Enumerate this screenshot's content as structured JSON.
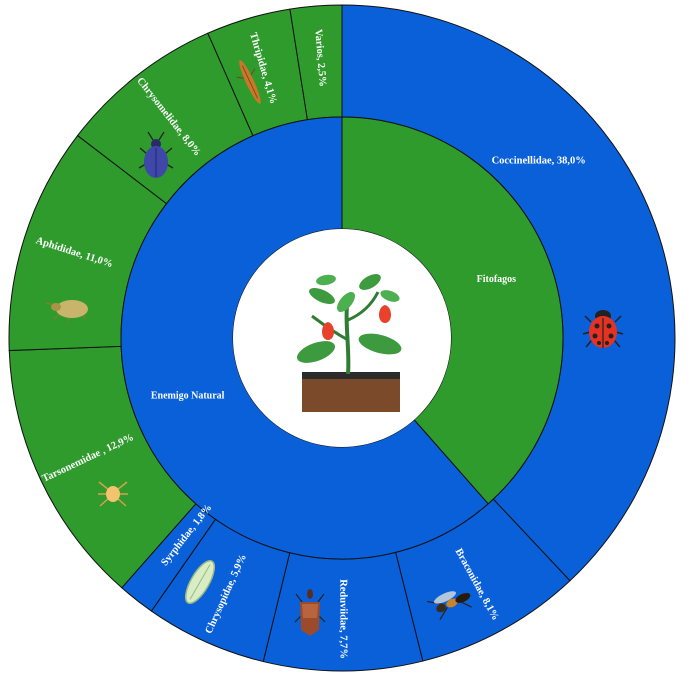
{
  "chart_data": {
    "type": "sunburst",
    "inner_ring": [
      {
        "label": "Fitofagos",
        "value": 38.5,
        "color": "#2e9b2c"
      },
      {
        "label": "Enemigo Natural",
        "value": 61.5,
        "color": "#0a60d8"
      }
    ],
    "outer_ring": [
      {
        "label": "Coccinellidae, 38,0%",
        "value": 38.0,
        "group": "Enemigo Natural",
        "color": "#0a60d8",
        "icon": "ladybug-icon"
      },
      {
        "label": "Braconidae, 8,1%",
        "value": 8.1,
        "group": "Enemigo Natural",
        "color": "#0a60d8",
        "icon": "wasp-icon"
      },
      {
        "label": "Reduviidae, 7,7%",
        "value": 7.7,
        "group": "Enemigo Natural",
        "color": "#0a60d8",
        "icon": "assassin-bug-icon"
      },
      {
        "label": "Chrysopidae, 5,9%",
        "value": 5.9,
        "group": "Enemigo Natural",
        "color": "#0a60d8",
        "icon": "lacewing-egg-icon"
      },
      {
        "label": "Syrphidae, 1,8%",
        "value": 1.8,
        "group": "Enemigo Natural",
        "color": "#0a60d8",
        "icon": ""
      },
      {
        "label": "Tarsonemidae , 12,9%",
        "value": 12.9,
        "group": "Fitofagos",
        "color": "#2e9b2c",
        "icon": "mite-icon"
      },
      {
        "label": "Aphididae, 11,0%",
        "value": 11.0,
        "group": "Fitofagos",
        "color": "#2e9b2c",
        "icon": "aphid-icon"
      },
      {
        "label": "Chrysomelidae, 8,0%",
        "value": 8.0,
        "group": "Fitofagos",
        "color": "#2e9b2c",
        "icon": "beetle-icon"
      },
      {
        "label": "Thripidae, 4,1%",
        "value": 4.1,
        "group": "Fitofagos",
        "color": "#2e9b2c",
        "icon": "thrips-icon"
      },
      {
        "label": "Varios, 2,5%",
        "value": 2.5,
        "group": "Fitofagos",
        "color": "#2e9b2c",
        "icon": ""
      }
    ],
    "center_icon": "pepper-plant-icon"
  }
}
